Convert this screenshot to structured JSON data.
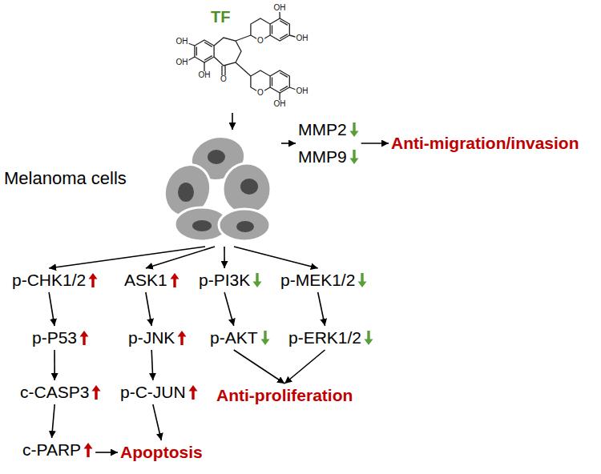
{
  "diagram": {
    "nodes": [
      {
        "text": [
          "TF"
        ]
      },
      {
        "text": [
          "Melanoma cells"
        ]
      },
      {
        "text": [
          "MMP2",
          "MMP9"
        ]
      },
      {
        "text": [
          "Anti-migration/invasion"
        ]
      },
      {
        "text": [
          "p-CHK1/2"
        ]
      },
      {
        "text": [
          "ASK1"
        ]
      },
      {
        "text": [
          "p-PI3K"
        ]
      },
      {
        "text": [
          "p-MEK1/2"
        ]
      },
      {
        "text": [
          "p-P53"
        ]
      },
      {
        "text": [
          "p-JNK"
        ]
      },
      {
        "text": [
          "p-AKT"
        ]
      },
      {
        "text": [
          "p-ERK1/2"
        ]
      },
      {
        "text": [
          "c-CASP3"
        ]
      },
      {
        "text": [
          "p-C-JUN"
        ]
      },
      {
        "text": [
          "Anti-proliferation"
        ]
      },
      {
        "text": [
          "c-PARP"
        ]
      },
      {
        "text": [
          "Apoptosis"
        ]
      }
    ],
    "edges": [
      {
        "from": 0,
        "to": 1,
        "arrow": "to"
      },
      {
        "from": 1,
        "to": 2,
        "arrow": "to"
      },
      {
        "from": 2,
        "to": 3,
        "arrow": "to"
      },
      {
        "from": 1,
        "to": 4,
        "arrow": "to"
      },
      {
        "from": 1,
        "to": 5,
        "arrow": "to"
      },
      {
        "from": 1,
        "to": 6,
        "arrow": "to"
      },
      {
        "from": 1,
        "to": 7,
        "arrow": "to"
      },
      {
        "from": 4,
        "to": 8,
        "arrow": "to"
      },
      {
        "from": 5,
        "to": 9,
        "arrow": "to"
      },
      {
        "from": 6,
        "to": 10,
        "arrow": "to"
      },
      {
        "from": 7,
        "to": 11,
        "arrow": "to"
      },
      {
        "from": 8,
        "to": 12,
        "arrow": "to"
      },
      {
        "from": 9,
        "to": 13,
        "arrow": "to"
      },
      {
        "from": 10,
        "to": 14,
        "arrow": "to"
      },
      {
        "from": 11,
        "to": 14,
        "arrow": "to"
      },
      {
        "from": 12,
        "to": 15,
        "arrow": "to"
      },
      {
        "from": 15,
        "to": 16,
        "arrow": "to"
      },
      {
        "from": 13,
        "to": 16,
        "arrow": "to"
      }
    ],
    "labels": [
      "OH",
      "OH",
      "O",
      "OH",
      "OH",
      "OH",
      "O",
      "OH",
      "O",
      "OH"
    ]
  }
}
